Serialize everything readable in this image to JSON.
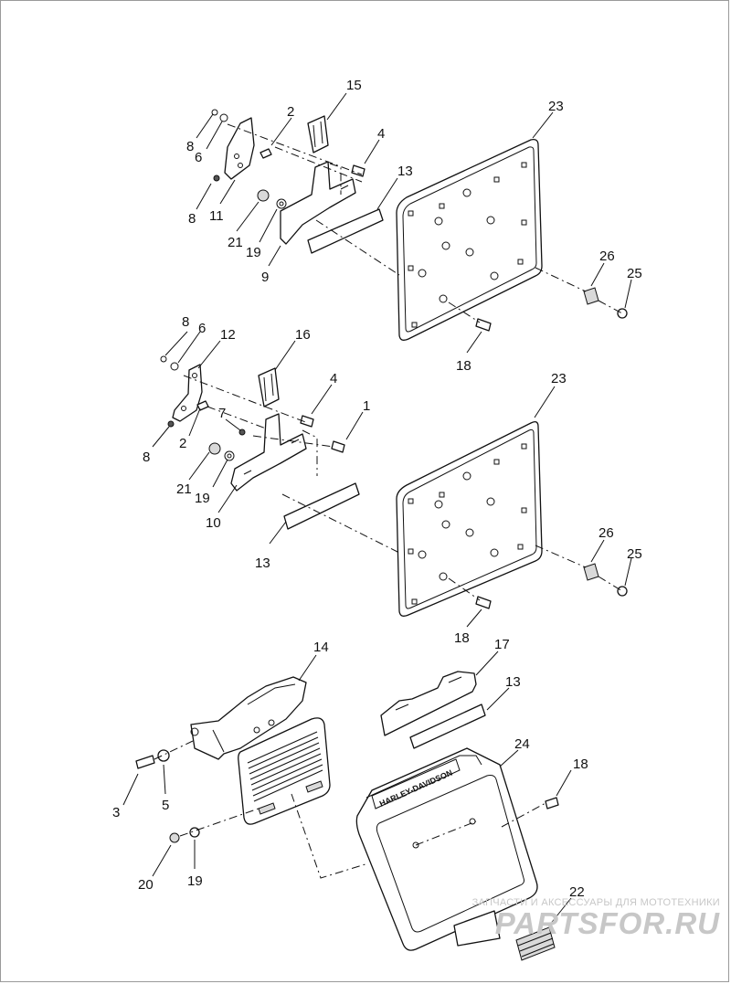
{
  "callouts": [
    {
      "id": "c15a",
      "text": "15"
    },
    {
      "id": "c2a",
      "text": "2"
    },
    {
      "id": "c4a",
      "text": "4"
    },
    {
      "id": "c8a",
      "text": "8"
    },
    {
      "id": "c6a",
      "text": "6"
    },
    {
      "id": "c13a",
      "text": "13"
    },
    {
      "id": "c23a",
      "text": "23"
    },
    {
      "id": "c8b",
      "text": "8"
    },
    {
      "id": "c11",
      "text": "11"
    },
    {
      "id": "c21a",
      "text": "21"
    },
    {
      "id": "c19a",
      "text": "19"
    },
    {
      "id": "c9",
      "text": "9"
    },
    {
      "id": "c26a",
      "text": "26"
    },
    {
      "id": "c25a",
      "text": "25"
    },
    {
      "id": "c18a",
      "text": "18"
    },
    {
      "id": "c8c",
      "text": "8"
    },
    {
      "id": "c6b",
      "text": "6"
    },
    {
      "id": "c12",
      "text": "12"
    },
    {
      "id": "c16",
      "text": "16"
    },
    {
      "id": "c23b",
      "text": "23"
    },
    {
      "id": "c4b",
      "text": "4"
    },
    {
      "id": "c7",
      "text": "7"
    },
    {
      "id": "c1",
      "text": "1"
    },
    {
      "id": "c8d",
      "text": "8"
    },
    {
      "id": "c2b",
      "text": "2"
    },
    {
      "id": "c21b",
      "text": "21"
    },
    {
      "id": "c19b",
      "text": "19"
    },
    {
      "id": "c10",
      "text": "10"
    },
    {
      "id": "c13b",
      "text": "13"
    },
    {
      "id": "c26b",
      "text": "26"
    },
    {
      "id": "c25b",
      "text": "25"
    },
    {
      "id": "c18b",
      "text": "18"
    },
    {
      "id": "c14",
      "text": "14"
    },
    {
      "id": "c17",
      "text": "17"
    },
    {
      "id": "c13c",
      "text": "13"
    },
    {
      "id": "c24",
      "text": "24"
    },
    {
      "id": "c18c",
      "text": "18"
    },
    {
      "id": "c3",
      "text": "3"
    },
    {
      "id": "c5",
      "text": "5"
    },
    {
      "id": "c20",
      "text": "20"
    },
    {
      "id": "c19c",
      "text": "19"
    },
    {
      "id": "c22",
      "text": "22"
    }
  ],
  "frame_text": "HARLEY-DAVIDSON",
  "watermark": {
    "subtitle": "ЗАПЧАСТИ И АКСЕССУАРЫ ДЛЯ МОТОТЕХНИКИ",
    "logo": "PARTSFOR.RU"
  }
}
